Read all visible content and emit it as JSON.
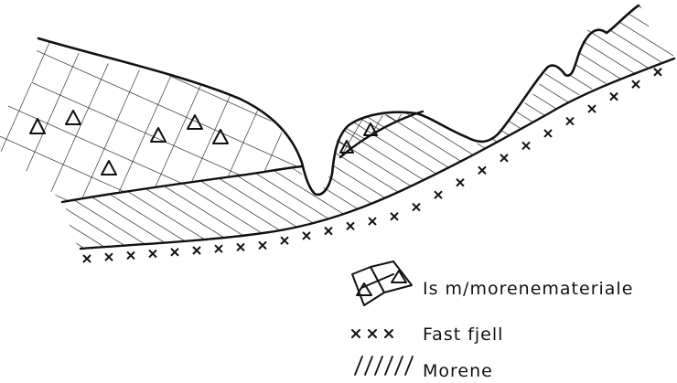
{
  "legend": {
    "items": [
      {
        "key": "ice",
        "label": "Is m/morenemateriale",
        "symbol": "grid-with-triangles"
      },
      {
        "key": "bedrock",
        "label": "Fast fjell",
        "symbol": "crosses"
      },
      {
        "key": "moraine",
        "label": "Morene",
        "symbol": "diagonal-hatching"
      }
    ]
  },
  "colors": {
    "ink": "#111111",
    "paper": "#ffffff"
  }
}
